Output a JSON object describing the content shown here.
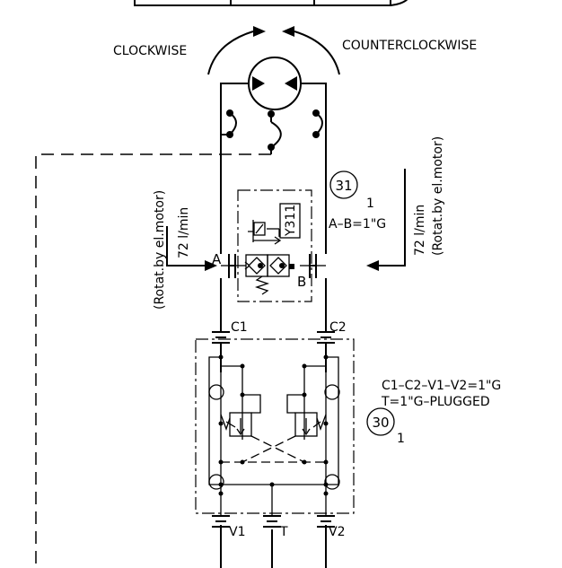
{
  "labels": {
    "clockwise": "CLOCKWISE",
    "counterclockwise": "COUNTERCLOCKWISE",
    "rotat_left": "(Rotat.by el.motor)",
    "flow_left": "72 l/min",
    "rotat_right": "(Rotat.by el.motor)",
    "flow_right": "72 l/min",
    "port_a": "A",
    "port_b": "B",
    "valve_tag": "Y311",
    "ref_31": "31",
    "ref_31_sub": "1",
    "spec_ab": "A–B=1\"G",
    "port_c1": "C1",
    "port_c2": "C2",
    "spec_c1c2": "C1–C2–V1–V2=1\"G",
    "spec_t": "T=1\"G–PLUGGED",
    "ref_30": "30",
    "ref_30_sub": "1",
    "port_v1": "V1",
    "port_t": "T",
    "port_v2": "V2"
  }
}
